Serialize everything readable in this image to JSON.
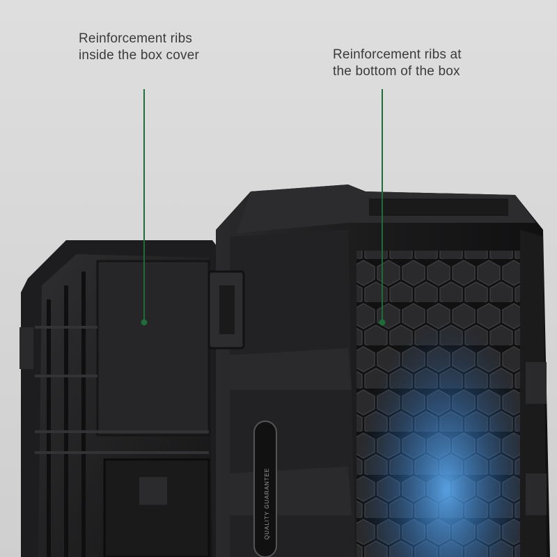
{
  "callouts": {
    "cover": {
      "line1": "Reinforcement ribs",
      "line2": "inside the box cover"
    },
    "bottom": {
      "line1": "Reinforcement ribs at",
      "line2": "the bottom of the box"
    }
  },
  "product": {
    "badge_text": "QUALITY GUARANTEE"
  },
  "colors": {
    "background": "#d9d9d9",
    "leader_line": "#1f6b3a",
    "glow": "#4aa3ff",
    "plastic": "#1c1c1e"
  }
}
